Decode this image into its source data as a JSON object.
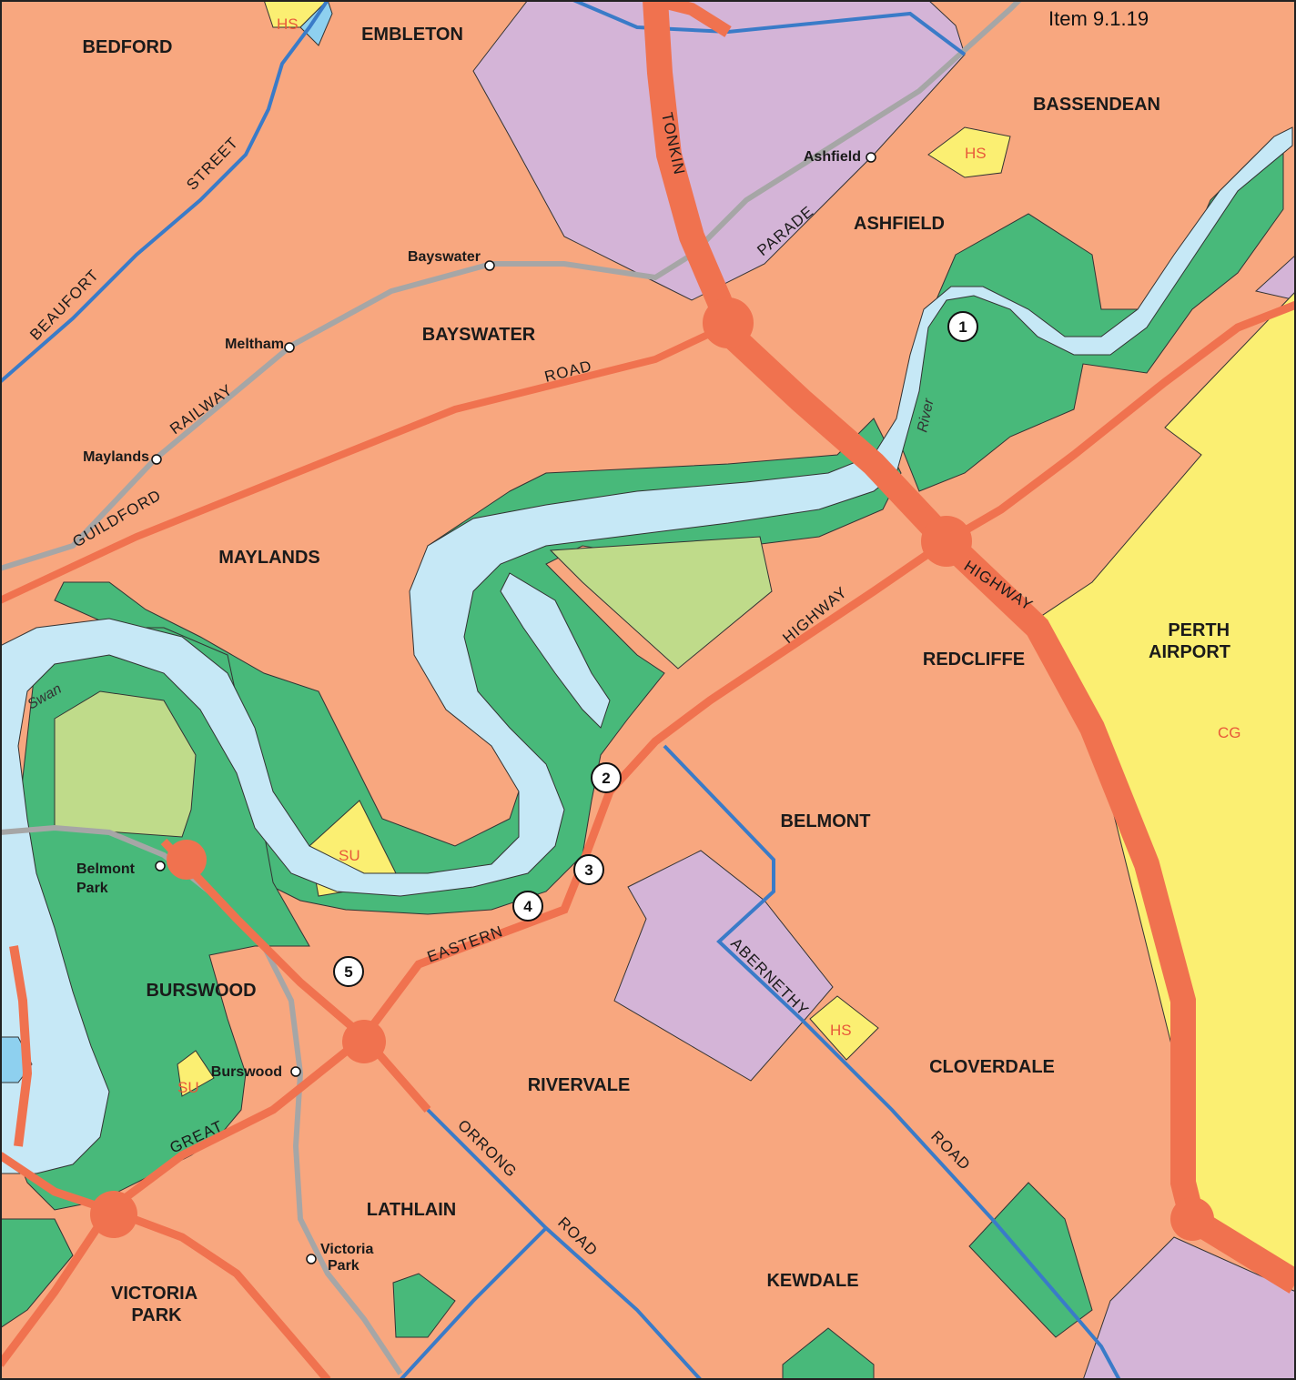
{
  "header": {
    "item_ref": "Item 9.1.19"
  },
  "suburbs": [
    "BEDFORD",
    "EMBLETON",
    "BASSENDEAN",
    "ASHFIELD",
    "BAYSWATER",
    "MAYLANDS",
    "REDCLIFFE",
    "PERTH AIRPORT",
    "BELMONT",
    "BURSWOOD",
    "CLOVERDALE",
    "RIVERVALE",
    "LATHLAIN",
    "KEWDALE",
    "VICTORIA PARK"
  ],
  "roads": [
    "BEAUFORT",
    "STREET",
    "TONKIN",
    "PARADE",
    "RAILWAY",
    "ROAD",
    "GUILDFORD",
    "HIGHWAY",
    "HIGHWAY",
    "EASTERN",
    "GREAT",
    "ORRONG",
    "ROAD",
    "ABERNETHY",
    "ROAD"
  ],
  "stations": [
    "Ashfield",
    "Bayswater",
    "Meltham",
    "Maylands",
    "Belmont",
    "Park",
    "Burswood",
    "Victoria",
    "Park"
  ],
  "zones": [
    "HS",
    "HS",
    "HS",
    "SU",
    "SU",
    "CG"
  ],
  "river_labels": [
    "Swan",
    "River"
  ],
  "markers": [
    "1",
    "2",
    "3",
    "4",
    "5"
  ],
  "colors": {
    "residential": "#f8a77f",
    "parks": "#48b97a",
    "water": "#c6e8f6",
    "industrial": "#d4b4d7",
    "major_road": "#f0724f",
    "special_use": "#fbef72",
    "light_green": "#bfdb8a",
    "railway": "#a6a6a6",
    "boundary": "#3a7bc8"
  }
}
